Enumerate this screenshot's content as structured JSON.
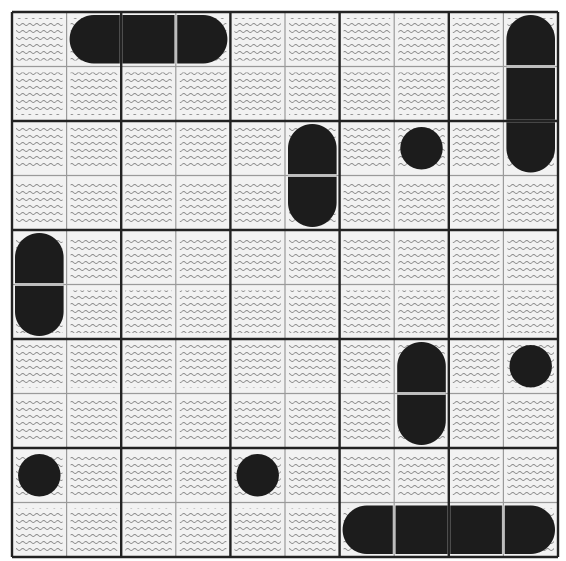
{
  "board": {
    "rows": 10,
    "cols": 10,
    "water_color": "#f2f2f2",
    "wave_color": "#8a8a8a",
    "ship_color": "#1c1c1c",
    "grid_color": "#9a9a9a",
    "block_line_color": "#222222",
    "ships": [
      {
        "name": "ship-horizontal-3",
        "row": 0,
        "col": 1,
        "length": 3,
        "orientation": "horizontal"
      },
      {
        "name": "ship-vertical-3",
        "row": 0,
        "col": 9,
        "length": 3,
        "orientation": "vertical"
      },
      {
        "name": "ship-vertical-2",
        "row": 2,
        "col": 5,
        "length": 2,
        "orientation": "vertical"
      },
      {
        "name": "ship-vertical-2",
        "row": 4,
        "col": 0,
        "length": 2,
        "orientation": "vertical"
      },
      {
        "name": "ship-vertical-2",
        "row": 6,
        "col": 7,
        "length": 2,
        "orientation": "vertical"
      },
      {
        "name": "ship-horizontal-4",
        "row": 9,
        "col": 6,
        "length": 4,
        "orientation": "horizontal"
      },
      {
        "name": "ship-submarine",
        "row": 2,
        "col": 7,
        "length": 1,
        "orientation": "single"
      },
      {
        "name": "ship-submarine",
        "row": 6,
        "col": 9,
        "length": 1,
        "orientation": "single"
      },
      {
        "name": "ship-submarine",
        "row": 8,
        "col": 0,
        "length": 1,
        "orientation": "single"
      },
      {
        "name": "ship-submarine",
        "row": 8,
        "col": 4,
        "length": 1,
        "orientation": "single"
      }
    ]
  }
}
